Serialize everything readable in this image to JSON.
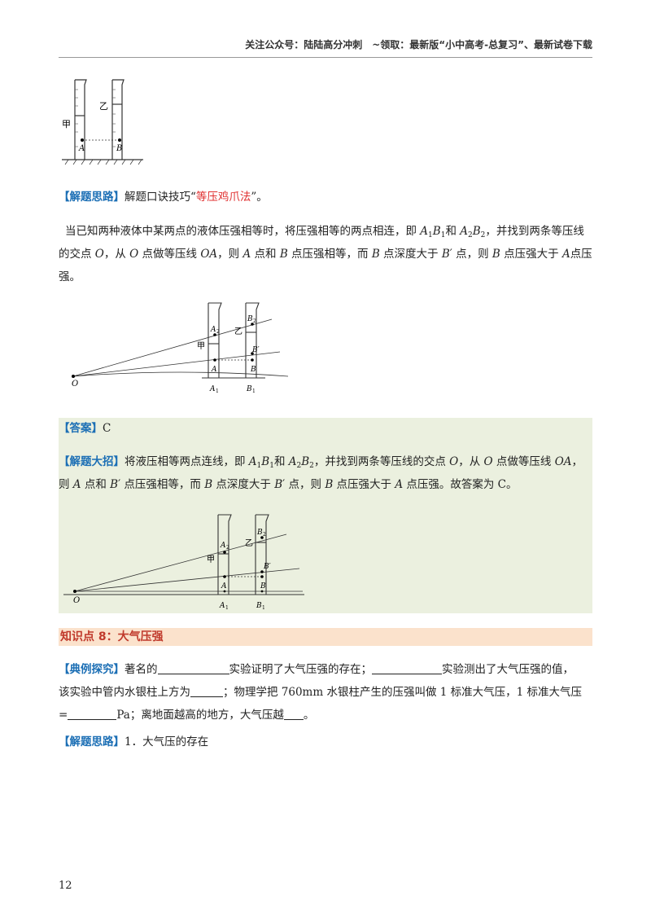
{
  "header": {
    "text": "关注公众号：陆陆高分冲刺　~领取：最新版“小中高考-总复习”、最新试卷下载"
  },
  "fig1": {
    "label_jia": "甲",
    "label_yi": "乙",
    "label_a": "A",
    "label_b": "B"
  },
  "tip1": {
    "label": "【解题思路】",
    "text": "解题口诀技巧“",
    "highlight": "等压鸡爪法",
    "tail": "”。"
  },
  "para1": {
    "t1": "当已知两种液体中某两点的液体压强相等时，将压强相等的两点相连，即 ",
    "t2": "和 ",
    "t3": "，并找到两条等压线的交点 ",
    "t4": "，从 ",
    "t5": " 点做等压线 ",
    "t6": "，则 ",
    "t7": " 点和 ",
    "t8": " 点压强相等，而 ",
    "t9": " 点深度大于 ",
    "t10": "′ 点，则 ",
    "t11": " 点压强大于 ",
    "t12": "点压强。"
  },
  "fig2": {
    "label_o": "O",
    "label_a": "A",
    "label_b": "B",
    "label_a2": "A",
    "label_b2": "B",
    "label_a1": "A",
    "label_b1": "B",
    "label_bp": "B′",
    "label_jia": "甲",
    "label_yi": "乙",
    "sub1": "1",
    "sub2": "2"
  },
  "answer": {
    "label": "【答案】",
    "value": "C"
  },
  "tip2": {
    "label": "【解题大招】",
    "t1": "将液压相等两点连线，即 ",
    "t2": "和 ",
    "t3": "，并找到两条等压线的交点 ",
    "t4": "，从 ",
    "t5": " 点做等压线 ",
    "t6": "则 ",
    "t7": " 点和 ",
    "t8": "′ 点压强相等，而 ",
    "t9": " 点深度大于 ",
    "t10": "′ 点，则 ",
    "t11": " 点压强大于 ",
    "t12": " 点压强。故答案为 C。"
  },
  "fig3": {
    "label_o": "O",
    "label_a": "A",
    "label_b": "B",
    "label_a2": "A",
    "label_b2": "B",
    "label_a1": "A",
    "label_b1": "B",
    "label_bp": "B′",
    "label_jia": "甲",
    "label_yi": "乙",
    "sub1": "1",
    "sub2": "2"
  },
  "letters": {
    "A": "A",
    "B": "B",
    "O": "O",
    "OA": "OA",
    "one": "1",
    "two": "2"
  },
  "section": {
    "title": "知识点 8：大气压强"
  },
  "example": {
    "label": "【典例探究】",
    "t1": "著名的",
    "t2": "实验证明了大气压强的存在；",
    "t3": "实验测出了大气压强的值，",
    "t4": "该实验中管内水银柱上方为",
    "t5": "；物理学把 760mm 水银柱产生的压强叫做 1 标准大气压，1 标准大气压",
    "t6": "=",
    "t7": "Pa；离地面越高的地方，大气压越",
    "t8": "。"
  },
  "tip3": {
    "label": "【解题思路】",
    "text": "1．大气压的存在"
  },
  "page": {
    "number": "12"
  }
}
